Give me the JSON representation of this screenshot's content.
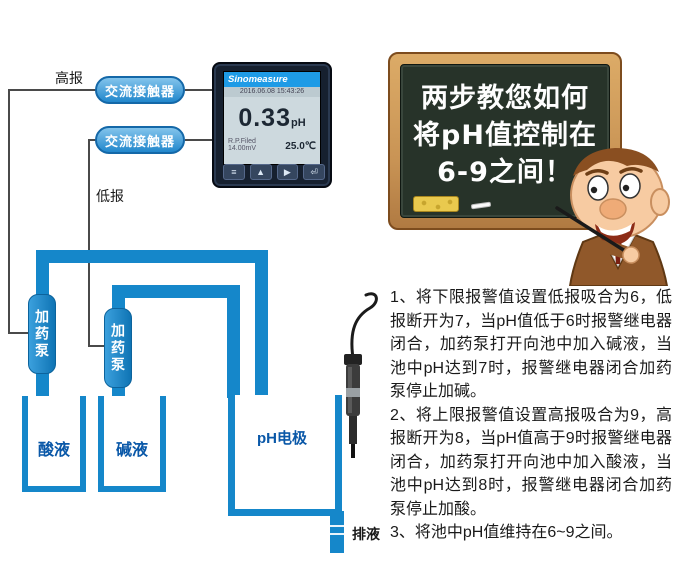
{
  "diagram": {
    "high_alarm_label": "高报",
    "low_alarm_label": "低报",
    "contactor_1": "交流接触器",
    "contactor_2": "交流接触器",
    "pump_1": "加药泵",
    "pump_2": "加药泵",
    "acid_tank_label": "酸液",
    "alkali_tank_label": "碱液",
    "electrode_label": "pH电极",
    "drain_label": "排液"
  },
  "meter": {
    "brand": "Sinomeasure",
    "status_line": "2016.06.08 15:43:26",
    "value": "0.33",
    "unit": "pH",
    "sub_line": "R.P.Filed 14.00mV",
    "temperature": "25.0℃",
    "buttons": [
      "≡",
      "▲",
      "▶",
      "⏎"
    ]
  },
  "blackboard": {
    "line1": "两步教您如何",
    "line2": "将pH值控制在",
    "line3": "6-9之间！"
  },
  "instructions": [
    "1、将下限报警值设置低报吸合为6，低报断开为7，当pH值低于6时报警继电器闭合，加药泵打开向池中加入碱液，当池中pH达到7时，报警继电器闭合加药泵停止加碱。",
    "2、将上限报警值设置高报吸合为9，高报断开为8，当pH值高于9时报警继电器闭合，加药泵打开向池中加入酸液，当池中pH达到8时，报警继电器闭合加药泵停止加酸。",
    "3、将池中pH值维持在6~9之间。"
  ],
  "colors": {
    "pipe_blue": "#1587ca",
    "label_blue": "#0a58a8",
    "board_green": "#273329",
    "frame_wood": "#c99455",
    "meter_header": "#1e9be6"
  }
}
